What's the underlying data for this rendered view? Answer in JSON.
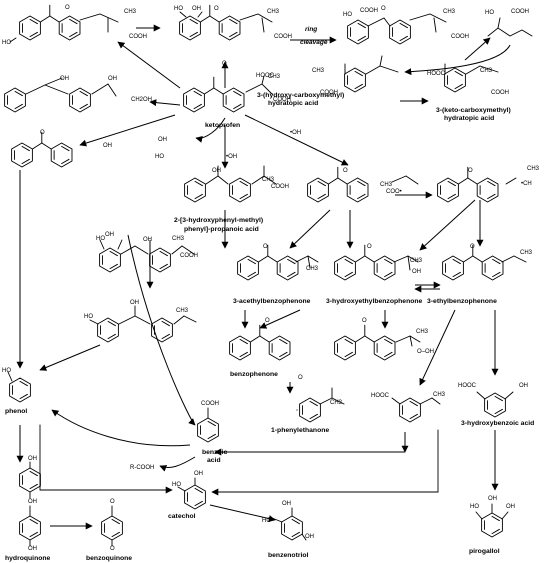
{
  "labels": {
    "ketoprofen": "ketoprofen",
    "hydroxy_carboxymethyl_1": "3-(hydroxy-carboxymethyl)",
    "hydroxy_carboxymethyl_2": "hydratopic acid",
    "keto_carboxymethyl_1": "3-(keto-carboxymethyl)",
    "keto_carboxymethyl_2": "hydratopic acid",
    "hydroxyphenyl_methyl_1": "2-[3-hydroxyphenyl-methyl)",
    "hydroxyphenyl_methyl_2": "phenyl]-propanoic acid",
    "acethylbenzophenone": "3-acethylbenzophenone",
    "hydroxyethylbenzophenone": "3-hydroxyethylbenzophenone",
    "ethylbenzophenone": "3-ethylbenzophenone",
    "benzophenone": "benzophenone",
    "phenylethanone": "1-phenylethanone",
    "hydroxybenzoic": "3-hydroxybenzoic acid",
    "phenol": "phenol",
    "benzoic_1": "benzoic",
    "benzoic_2": "acid",
    "catechol": "catechol",
    "hydroquinone": "hydroquinone",
    "benzoquinone": "benzoquinone",
    "benzenotriol": "benzenotriol",
    "pirogallol": "pirogallol"
  },
  "annotations": {
    "ring": "ring",
    "cleavage": "cleavage",
    "oh_radical_1": "•OH",
    "oh_radical_2": "•OH",
    "r_cooh": "R-COOH"
  },
  "atoms": {
    "cooh": "COOH",
    "ch3": "CH3",
    "ho": "HO",
    "oh": "OH",
    "o": "O",
    "hooc": "HOOC",
    "ch2oh": "CH2OH",
    "coo_radical": "COO•",
    "ch_radical": "•CH",
    "ooh": "O–OH"
  }
}
